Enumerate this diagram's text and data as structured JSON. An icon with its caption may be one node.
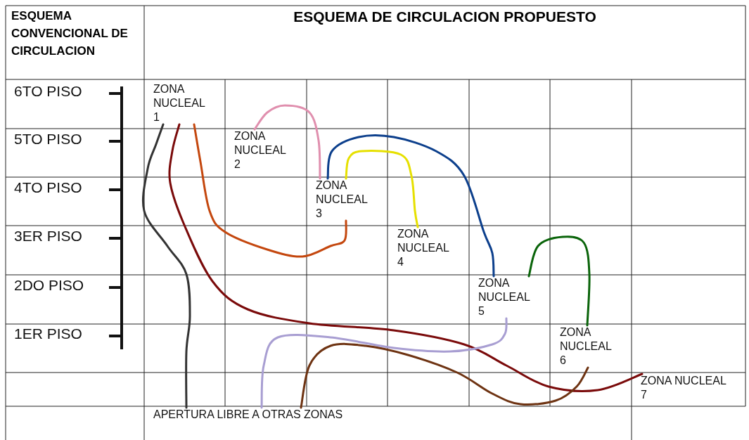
{
  "diagram": {
    "title": "ESQUEMA DE CIRCULACION PROPUESTO",
    "nodes": [
      {
        "text": [
          "ZONA NUCLEAL 1"
        ]
      },
      {
        "text": [
          "ZONA NUCLEAL 2"
        ]
      },
      {
        "text": [
          "ZONA NUCLEAL 3"
        ]
      },
      {
        "text": [
          "ZONA NUCLEAL 4"
        ]
      },
      {
        "text": [
          "ZONA NUCLEAL 5"
        ]
      },
      {
        "text": [
          "ZONA NUCLEAL 6"
        ]
      },
      {
        "text": [
          "ZONA NUCLEAL 7"
        ]
      },
      {
        "text": [
          "APERTURA LIBRE A OTRAS ZONAS"
        ]
      }
    ],
    "edges": [
      {
        "from": 0,
        "to": 7,
        "arrow": "none",
        "color": "#333333"
      },
      {
        "from": 0,
        "to": 6,
        "arrow": "none",
        "color": "#7a0a0a"
      },
      {
        "from": 0,
        "to": 2,
        "arrow": "none",
        "color": "#c4470e"
      },
      {
        "from": 1,
        "to": 2,
        "arrow": "none",
        "color": "#e08fae"
      },
      {
        "from": 2,
        "to": 4,
        "arrow": "none",
        "color": "#0c3f8c"
      },
      {
        "from": 2,
        "to": 3,
        "arrow": "none",
        "color": "#e6e000"
      },
      {
        "from": 4,
        "to": 5,
        "arrow": "none",
        "color": "#0a640a"
      },
      {
        "from": 7,
        "to": 4,
        "arrow": "none",
        "color": "#a89ed2"
      },
      {
        "from": 7,
        "to": 5,
        "arrow": "none",
        "color": "#6e3312"
      }
    ],
    "labels": [
      "ESQUEMA CONVENCIONAL DE CIRCULACION",
      "6TO PISO",
      "5TO PISO",
      "4TO PISO",
      "3ER PISO",
      "2DO PISO",
      "1ER PISO"
    ]
  }
}
